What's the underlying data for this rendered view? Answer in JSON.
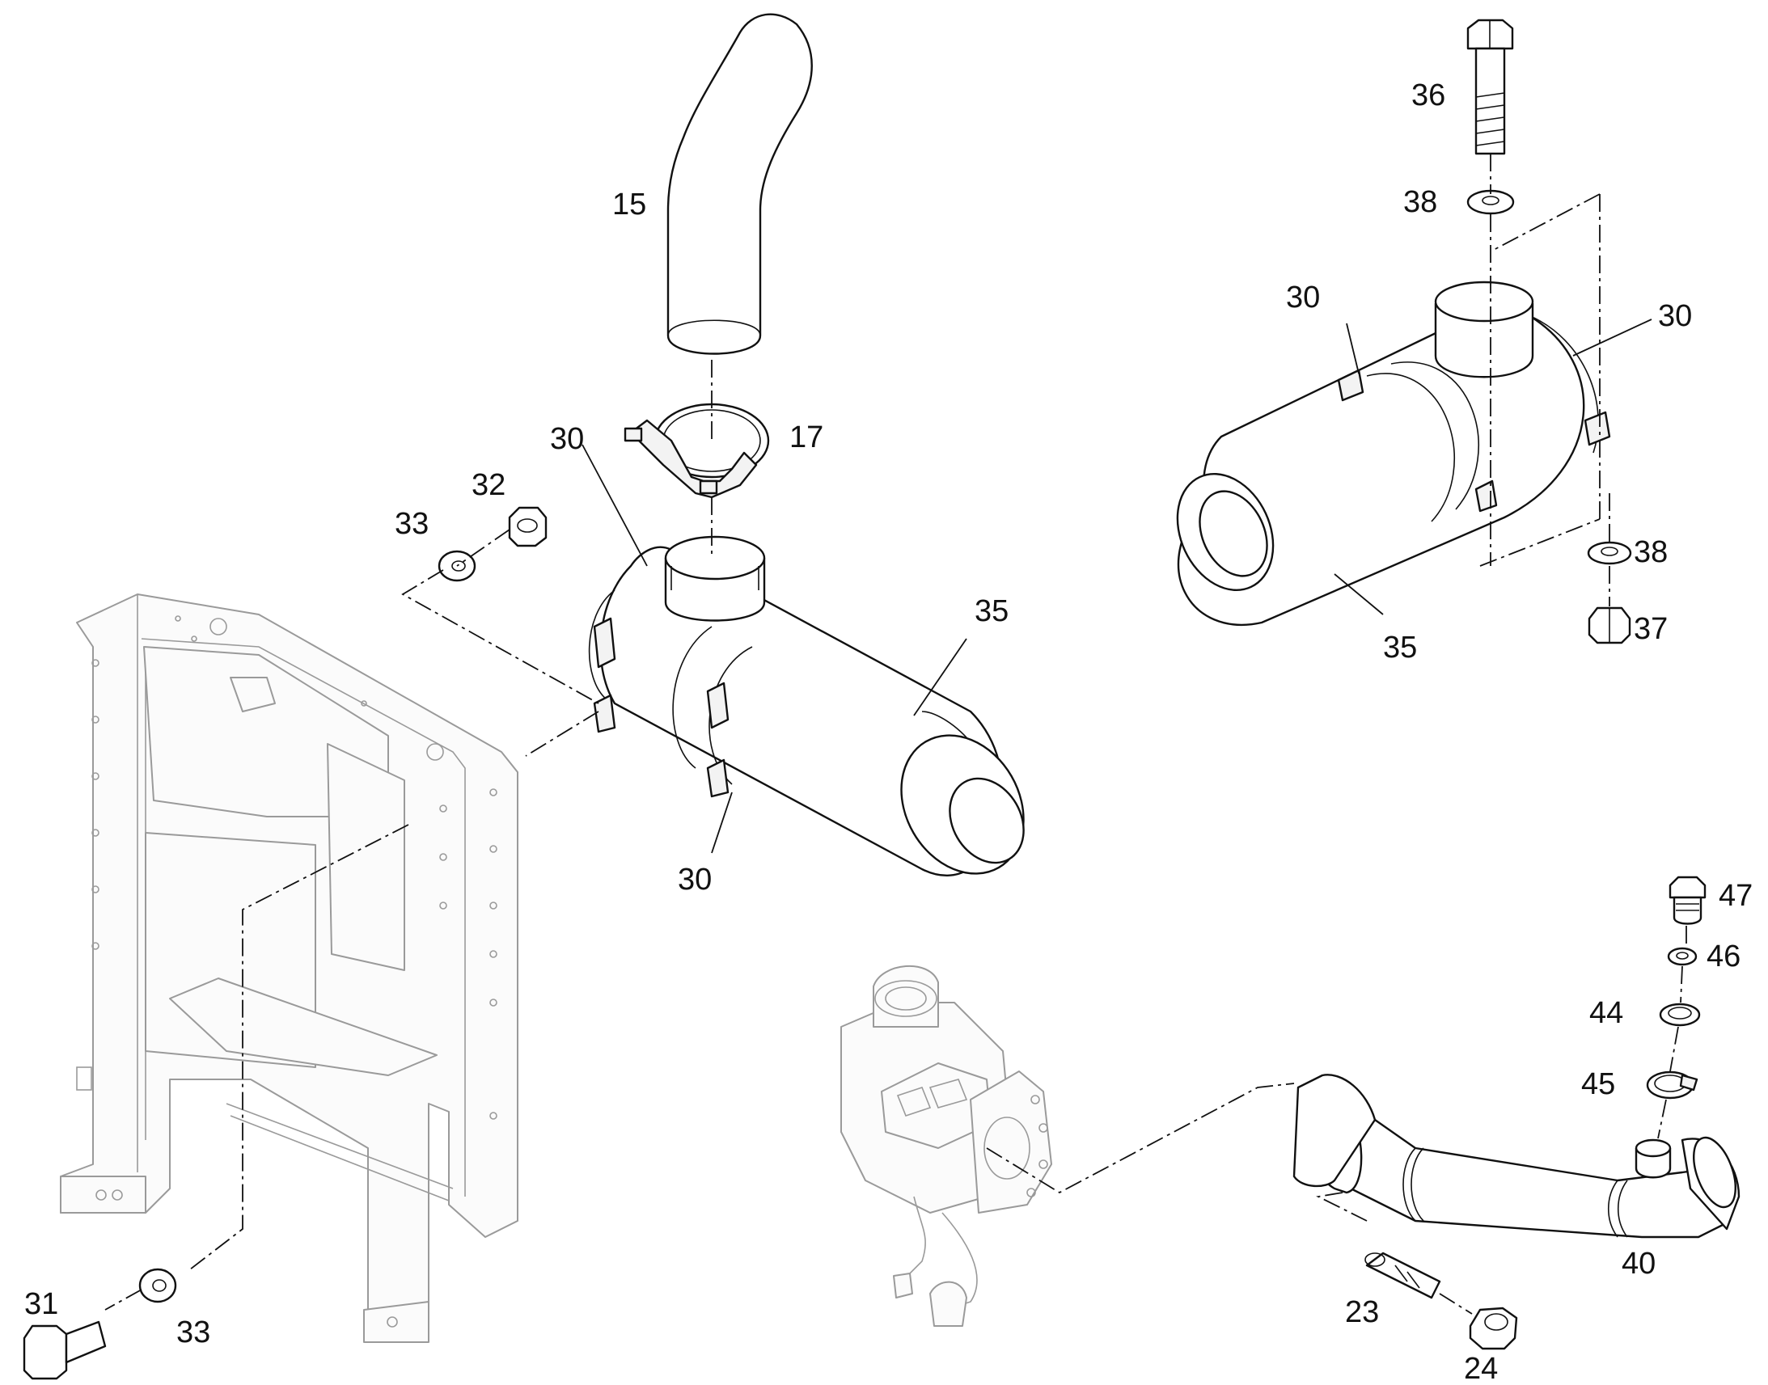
{
  "callouts": {
    "c15": "15",
    "c17": "17",
    "c30a": "30",
    "c30b": "30",
    "c30c": "30",
    "c30d": "30",
    "c32": "32",
    "c33a": "33",
    "c33b": "33",
    "c35a": "35",
    "c35b": "35",
    "c36": "36",
    "c38a": "38",
    "c38b": "38",
    "c37": "37",
    "c47": "47",
    "c46": "46",
    "c44": "44",
    "c45": "45",
    "c40": "40",
    "c23": "23",
    "c24": "24",
    "c31": "31"
  }
}
